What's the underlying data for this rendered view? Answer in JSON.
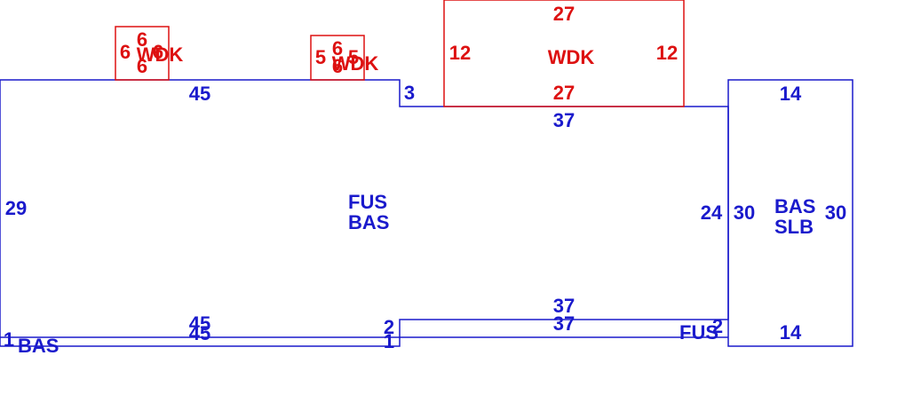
{
  "colors": {
    "main": "#1a1acc",
    "deck": "#dd1111",
    "background": "#ffffff"
  },
  "main_area": {
    "top_left_dim": "45",
    "top_step_dim": "3",
    "top_right_dim": "37",
    "left_dim": "29",
    "label_line1": "FUS",
    "label_line2": "BAS",
    "bottom_step_dim": "24",
    "bottom_upper_dim": "37",
    "bottom_lower_dim": "37",
    "bottom_left_upper_dim": "45",
    "bottom_left_lower_dim": "45",
    "bottom_step_left_dim": "2",
    "bottom_step_left_dim2": "1",
    "bottom_left_corner_dim": "1"
  },
  "strip_bottom": {
    "label": "BAS"
  },
  "fus_small": {
    "label": "FUS",
    "dim": "2"
  },
  "right_block": {
    "label_line1": "BAS",
    "label_line2": "SLB",
    "left_dim": "30",
    "right_dim": "30",
    "top_dim": "14",
    "bottom_dim": "14"
  },
  "wdk_large": {
    "label": "WDK",
    "top_dim": "27",
    "bottom_dim": "27",
    "left_dim": "12",
    "right_dim": "12"
  },
  "wdk_small1": {
    "label": "WDK",
    "top_dim": "6",
    "bottom_dim": "6",
    "left_dim": "6",
    "right_dim": "6"
  },
  "wdk_small2": {
    "label": "WDK",
    "top_dim": "6",
    "bottom_dim": "6",
    "left_dim": "5",
    "right_dim": "5"
  }
}
